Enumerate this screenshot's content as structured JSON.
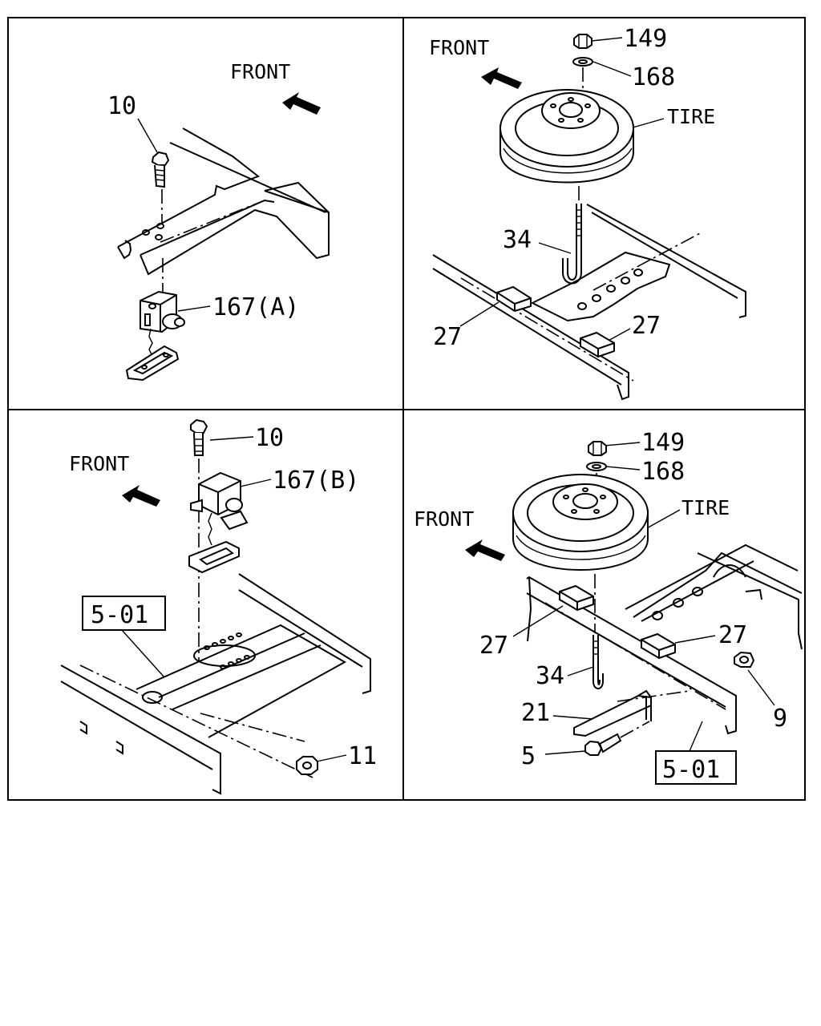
{
  "panels": {
    "top_left": {
      "front_label": "FRONT",
      "callouts": [
        "10",
        "167(A)"
      ]
    },
    "top_right": {
      "front_label": "FRONT",
      "callouts": [
        "149",
        "168",
        "TIRE",
        "34",
        "27",
        "27"
      ]
    },
    "bottom_left": {
      "front_label": "FRONT",
      "callouts": [
        "10",
        "167(B)",
        "11"
      ],
      "ref_box": "5-01"
    },
    "bottom_right": {
      "front_label": "FRONT",
      "callouts": [
        "149",
        "168",
        "TIRE",
        "27",
        "27",
        "34",
        "21",
        "5",
        "9"
      ],
      "ref_box": "5-01"
    }
  }
}
